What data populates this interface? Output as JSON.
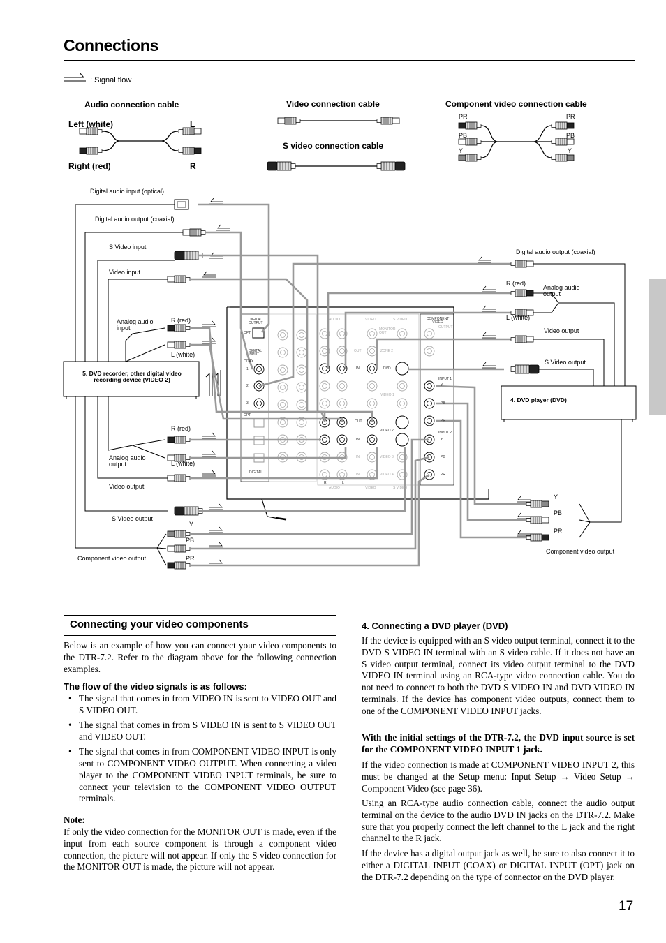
{
  "page": {
    "title": "Connections",
    "page_number": "17"
  },
  "legend": {
    "signal_flow": ": Signal flow",
    "audio_cable": "Audio connection cable",
    "left_white": "Left (white)",
    "right_red": "Right (red)",
    "l": "L",
    "r": "R",
    "video_cable": "Video connection cable",
    "svideo_cable": "S video connection cable",
    "component_cable": "Component video connection cable",
    "pr": "PR",
    "pb": "PB",
    "y": "Y"
  },
  "left_device": {
    "digital_optical_in": "Digital audio input (optical)",
    "digital_coax_out": "Digital audio output (coaxial)",
    "svideo_in": "S Video input",
    "video_in": "Video input",
    "analog_in": "Analog audio input",
    "r_red_1": "R (red)",
    "l_white_1": "L (white)",
    "device_name": "5. DVD recorder, other digital video recording device (VIDEO 2)",
    "r_red_2": "R (red)",
    "analog_out": "Analog audio output",
    "l_white_2": "L (white)",
    "video_out": "Video output",
    "svideo_out": "S Video output",
    "y": "Y",
    "pb": "PB",
    "pr": "PR",
    "component_out": "Component video output"
  },
  "right_device": {
    "digital_coax_out": "Digital audio output (coaxial)",
    "r_red": "R (red)",
    "analog_out": "Analog audio output",
    "l_white": "L (white)",
    "video_out": "Video output",
    "svideo_out": "S Video output",
    "device_name": "4. DVD player (DVD)",
    "y": "Y",
    "pb": "PB",
    "pr": "PR",
    "component_out": "Component video output"
  },
  "panel": {
    "digital_output": "DIGITAL OUTPUT",
    "opt": "OPT",
    "digital_input": "DIGITAL INPUT",
    "coax": "COAX",
    "n1": "1",
    "n2": "2",
    "n3": "3",
    "opt2": "OPT",
    "digital_bottom": "DIGITAL",
    "audio": "AUDIO",
    "video": "VIDEO",
    "s_video": "S VIDEO",
    "monitor_out": "MONITOR OUT",
    "out": "OUT",
    "zone2": "ZONE 2",
    "in": "IN",
    "dvd": "DVD",
    "video1": "VIDEO 1",
    "out2": "OUT",
    "video2": "VIDEO 2",
    "in2": "IN",
    "in3": "IN",
    "video3": "VIDEO 3",
    "in4": "IN",
    "video4": "VIDEO 4",
    "r": "R",
    "l": "L",
    "component_video": "COMPONENT VIDEO",
    "output": "OUTPUT",
    "y": "Y",
    "pb": "PB",
    "pr": "PR",
    "input1": "INPUT 1",
    "input2": "INPUT 2",
    "audio_bottom": "AUDIO",
    "video_bottom": "VIDEO",
    "svideo_bottom": "S VIDEO"
  },
  "left_column": {
    "section_title": "Connecting your video components",
    "intro": "Below is an example of how you can connect your video components to the DTR-7.2. Refer to the diagram above for the following connection examples.",
    "flow_heading": "The flow of the video signals is as follows:",
    "bullets": [
      "The signal that comes in from VIDEO IN is sent to VIDEO OUT and S VIDEO OUT.",
      "The signal that comes in from S VIDEO IN is sent to S VIDEO OUT and VIDEO OUT.",
      "The signal that comes in from COMPONENT VIDEO INPUT is only sent to COMPONENT VIDEO OUTPUT. When connecting a video player to the COMPONENT VIDEO INPUT terminals, be sure to connect your television to the COMPONENT VIDEO OUTPUT terminals."
    ],
    "note_heading": "Note:",
    "note": "If only the video connection for the MONITOR OUT is made, even if the input from each source component is through a component video connection, the picture will not appear. If only the S video connection for the MONITOR OUT is made, the picture will not appear."
  },
  "right_column": {
    "heading": "4.  Connecting a DVD player (DVD)",
    "p1": "If the device is equipped with an S video output terminal, connect it to the DVD S VIDEO IN terminal with an S video cable. If it does not have an S video output terminal, connect its video output terminal to the DVD VIDEO IN terminal using an RCA-type video connection cable. You do not need to connect to both the DVD S VIDEO IN and DVD VIDEO IN terminals. If the device has component video outputs, connect them to one of the COMPONENT VIDEO INPUT jacks.",
    "p2_bold": "With the initial settings of the DTR-7.2, the DVD input source is set for the COMPONENT VIDEO INPUT 1 jack.",
    "p3": "If the video connection is made at COMPONENT VIDEO INPUT 2, this must be changed at the Setup menu: Input Setup → Video Setup → Component Video (see page 36).",
    "p4": "Using an RCA-type audio connection cable, connect the audio output terminal on the device to the audio DVD IN jacks on the DTR-7.2. Make sure that you properly connect the left channel to the L jack and the right channel to the R jack.",
    "p5": "If the device has a digital output jack as well, be sure to also connect it to either a DIGITAL INPUT (COAX) or DIGITAL INPUT (OPT) jack on the DTR-7.2 depending on the type of connector on the DVD player."
  }
}
